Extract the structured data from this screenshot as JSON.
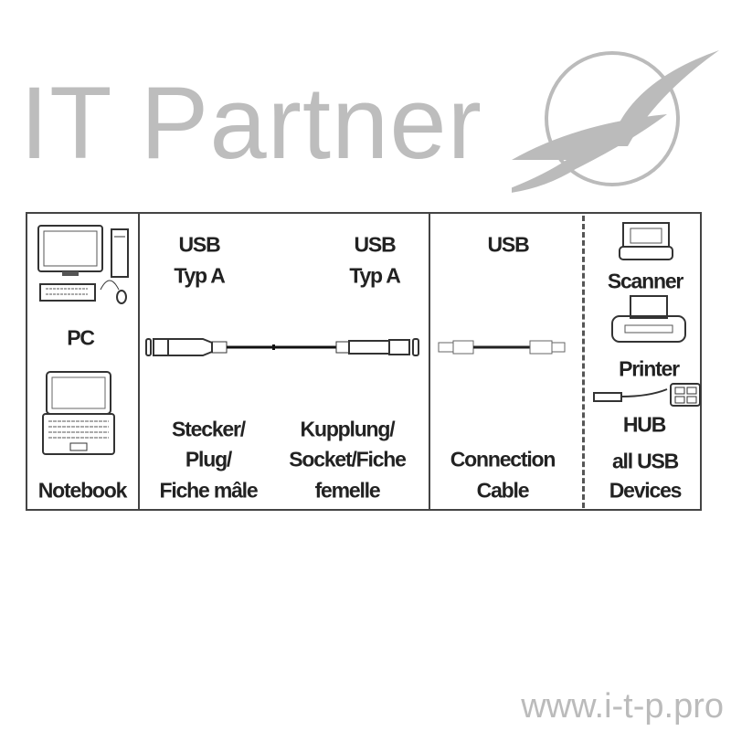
{
  "devices_left": {
    "pc_label": "PC",
    "notebook_label": "Notebook"
  },
  "plug_end": {
    "type_line1": "USB",
    "type_line2": "Typ A",
    "desc_line1": "Stecker/",
    "desc_line2": "Plug/",
    "desc_line3": "Fiche mâle"
  },
  "socket_end": {
    "type_line1": "USB",
    "type_line2": "Typ A",
    "desc_line1": "Kupplung/",
    "desc_line2": "Socket/Fiche",
    "desc_line3": "femelle"
  },
  "connection": {
    "type": "USB",
    "desc_line1": "Connection",
    "desc_line2": "Cable"
  },
  "devices_right": {
    "scanner": "Scanner",
    "printer": "Printer",
    "hub": "HUB",
    "all_line1": "all USB",
    "all_line2": "Devices"
  },
  "watermark": {
    "text": "IT Partner",
    "url": "www.i-t-p.pro"
  }
}
